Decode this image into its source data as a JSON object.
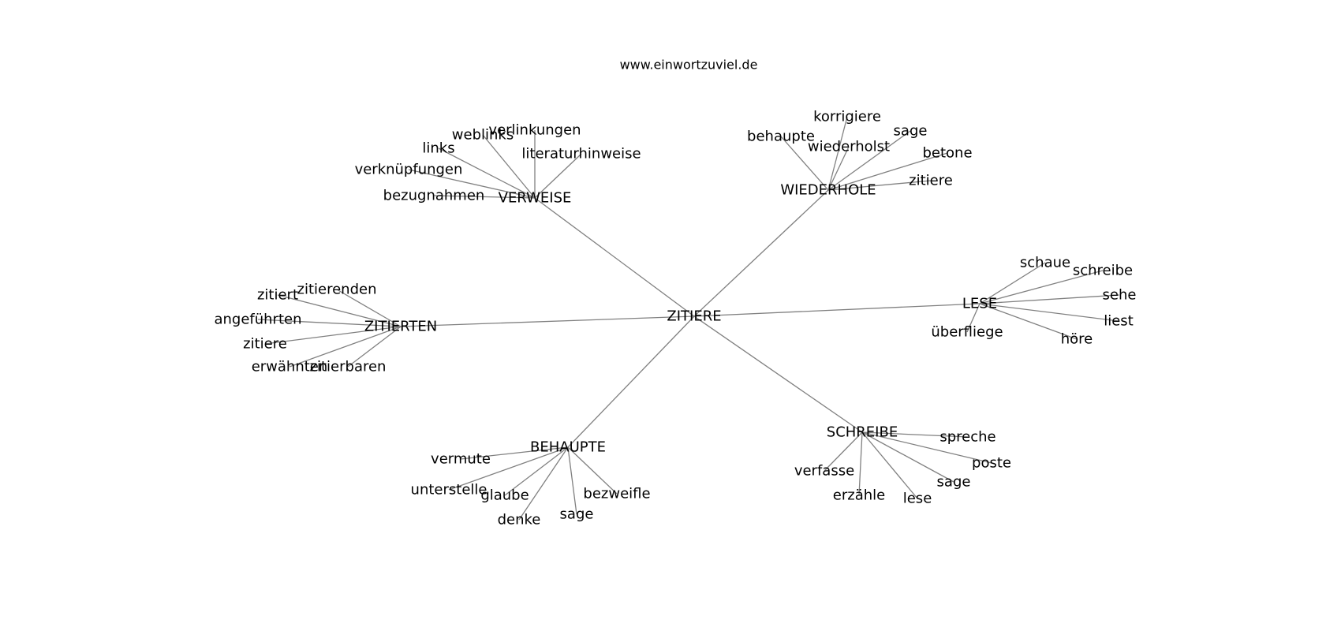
{
  "title": "www.einwortzuviel.de",
  "colors": {
    "edge": "#808080",
    "text": "#000000",
    "background": "#ffffff"
  },
  "graph": {
    "center": "ZITIERE",
    "clusters": [
      {
        "hub": "VERWEISE",
        "leaves": [
          "verlinkungen",
          "weblinks",
          "links",
          "literaturhinweise",
          "verknüpfungen",
          "bezugnahmen"
        ]
      },
      {
        "hub": "WIEDERHOLE",
        "leaves": [
          "korrigiere",
          "behaupte",
          "sage",
          "wiederholst",
          "betone",
          "zitiere"
        ]
      },
      {
        "hub": "LESE",
        "leaves": [
          "schaue",
          "schreibe",
          "sehe",
          "liest",
          "höre",
          "überfliege"
        ]
      },
      {
        "hub": "ZITIERTEN",
        "leaves": [
          "zitierenden",
          "zitiert",
          "angeführten",
          "zitiere",
          "erwähnten",
          "zitierbaren"
        ]
      },
      {
        "hub": "BEHAUPTE",
        "leaves": [
          "vermute",
          "unterstelle",
          "glaube",
          "bezweifle",
          "sage",
          "denke"
        ]
      },
      {
        "hub": "SCHREIBE",
        "leaves": [
          "spreche",
          "poste",
          "sage",
          "lese",
          "erzähle",
          "verfasse"
        ]
      }
    ]
  }
}
